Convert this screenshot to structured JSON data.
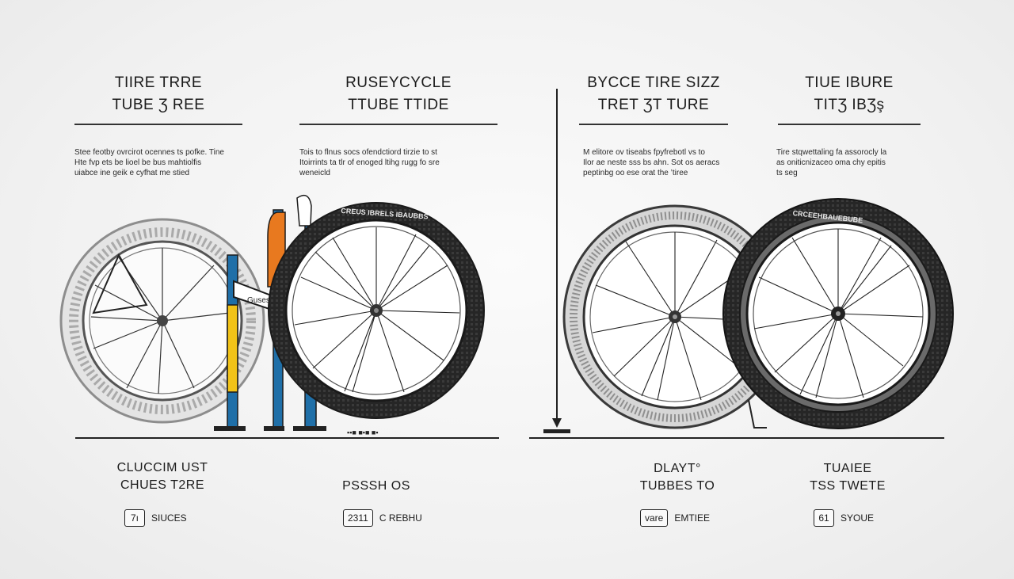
{
  "panels": [
    {
      "heading": [
        "TIIRE  TRRE",
        "TUBE Ʒ REE"
      ],
      "description": [
        "Stee feotby ovrcirot ocennes ts pofke. Tine",
        "Hte fvp ets be lioel be bus mahtiolfis",
        "uiabce ine geik e cyfhat me stied"
      ],
      "caption": [
        "CLUCCIM UST",
        "CHUES T2RE"
      ],
      "badge_value": "7ı",
      "badge_label": "SIUCES"
    },
    {
      "heading": [
        "RUSEYCYCLE",
        "TTUBE TTIDE"
      ],
      "description": [
        "Tois to flnus socs ofendctiord tirzie to st",
        "Itoirrints ta tlr of enoged ltihg rugg fo sre",
        "weneicld"
      ],
      "caption": [
        "PSSSH OS"
      ],
      "badge_value": "2311",
      "badge_label": "C REBHU"
    },
    {
      "heading": [
        "BYCCE TIRE SIZZ",
        "TRET ƷT ТURE"
      ],
      "description": [
        "M elitore ov tiseabs fpyfrebotl vs to",
        "Ilor ae neste sss bs ahn. Sot os aeracs",
        "peptinbg oo ese orat the ’tiree"
      ],
      "caption": [
        "DLAYT°",
        "TUBBES TO"
      ],
      "badge_value": "vare",
      "badge_label": "EMTIEE"
    },
    {
      "heading": [
        "TIUE IBURE",
        "TITƷ IBƷş"
      ],
      "description": [
        "Tire stqwettaling fa assorocly la",
        "as oniticnizaceo oma chy epitis",
        "ts seg"
      ],
      "caption": [
        "TUAIEE",
        "TSS TWETE"
      ],
      "badge_value": "61",
      "badge_label": "SYOUE"
    }
  ],
  "diagram_labels": {
    "stand_label": "Gusestsclss",
    "tread_text_front": "CREUS IBRELS IBAUBBS",
    "tread_text_right": "CRCEEHBAUEBUBE",
    "floor_marks": "▪▪■ ■▪■ ■▪"
  },
  "colors": {
    "ink": "#1b1b1b",
    "blue": "#1f6fa8",
    "yellow": "#f2c318",
    "orange": "#e8791f",
    "green": "#3d9a4a",
    "tire_dark": "#2a2a2a",
    "tire_grey": "#9a9a9a"
  }
}
